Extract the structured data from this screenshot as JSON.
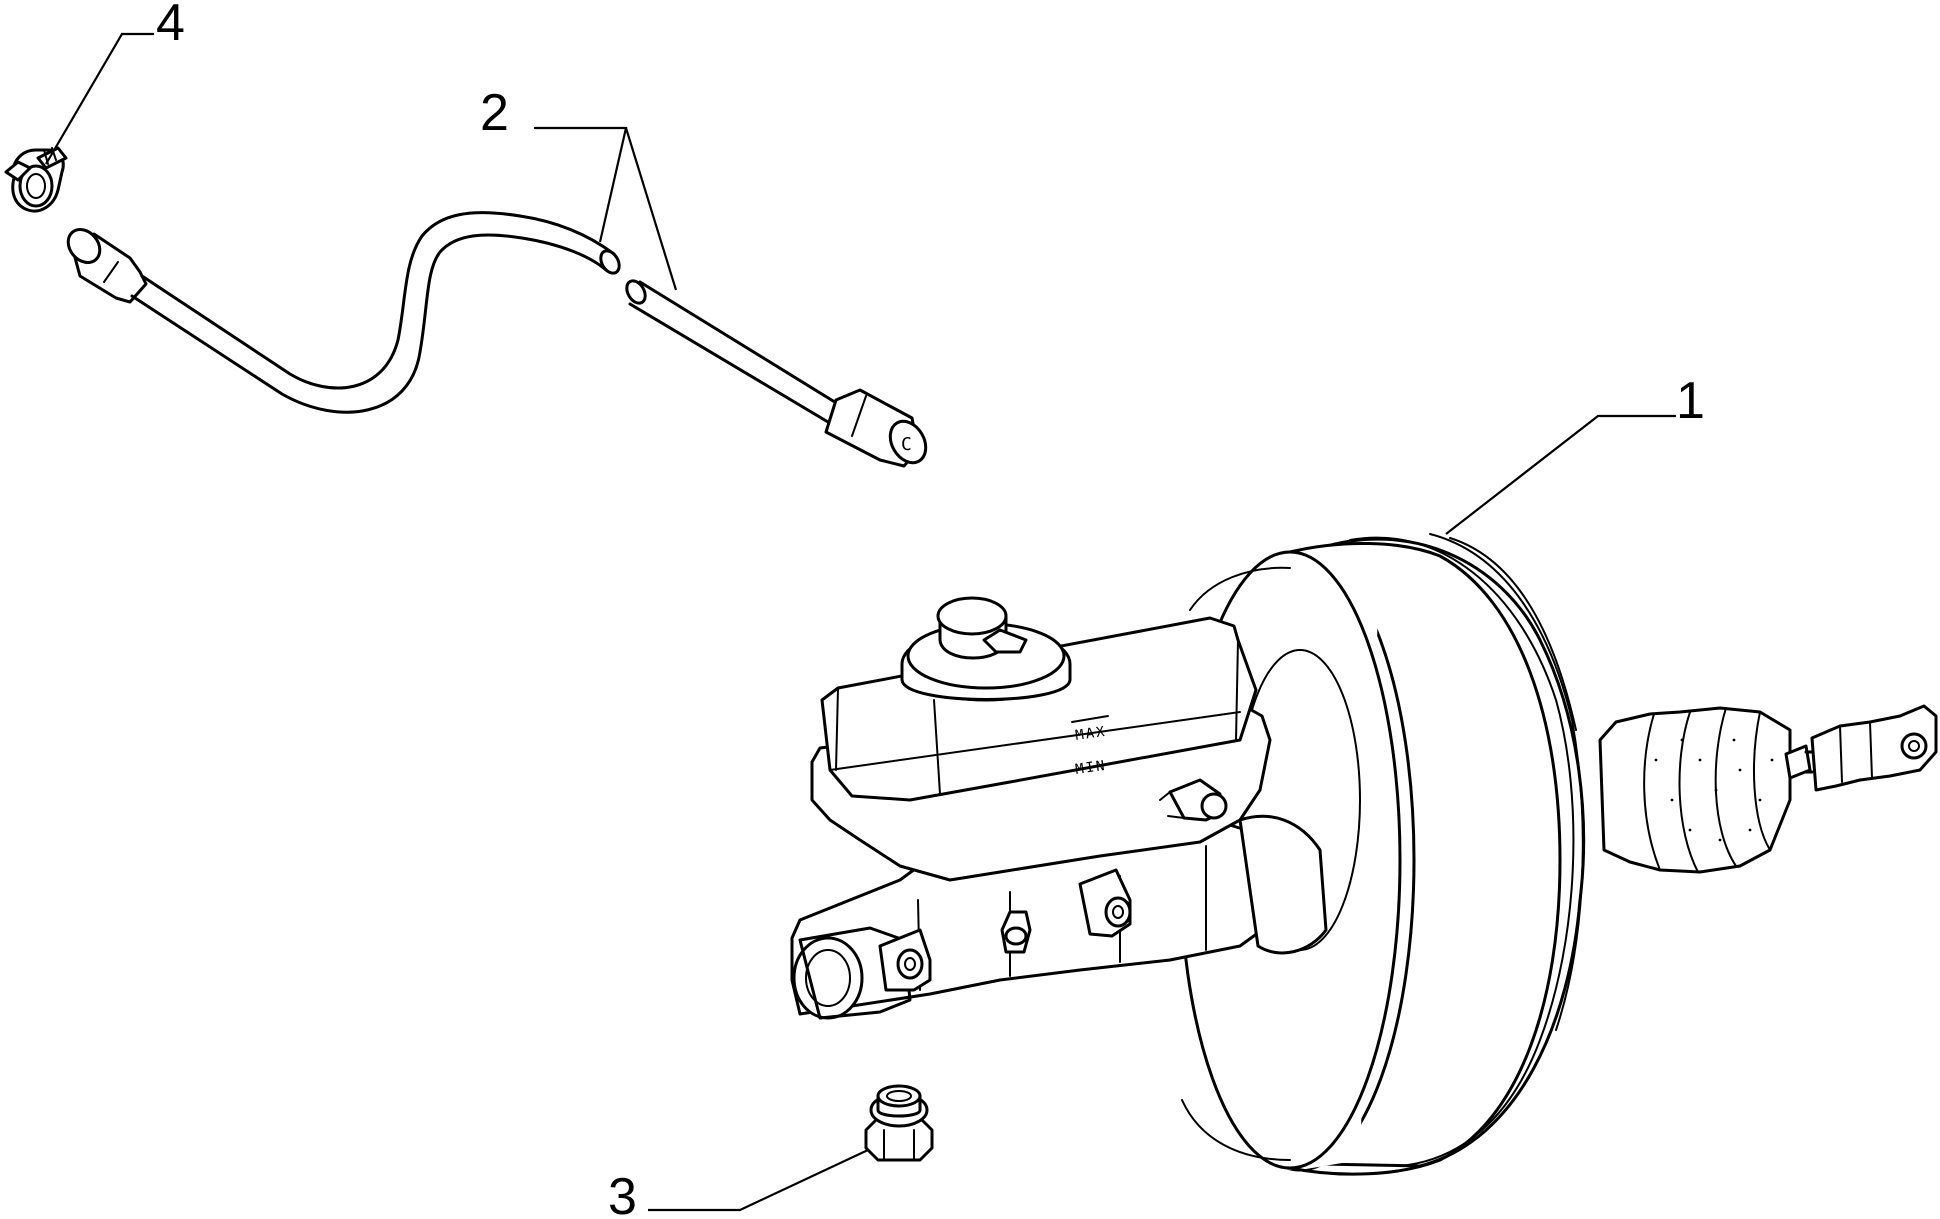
{
  "callouts": [
    {
      "id": "1",
      "label": "1"
    },
    {
      "id": "2",
      "label": "2"
    },
    {
      "id": "3",
      "label": "3"
    },
    {
      "id": "4",
      "label": "4"
    }
  ],
  "reservoir_marks": {
    "max": "MAX",
    "min": "MIN"
  },
  "fitting_letter": "C",
  "colors": {
    "line": "#000000",
    "background": "#ffffff"
  }
}
